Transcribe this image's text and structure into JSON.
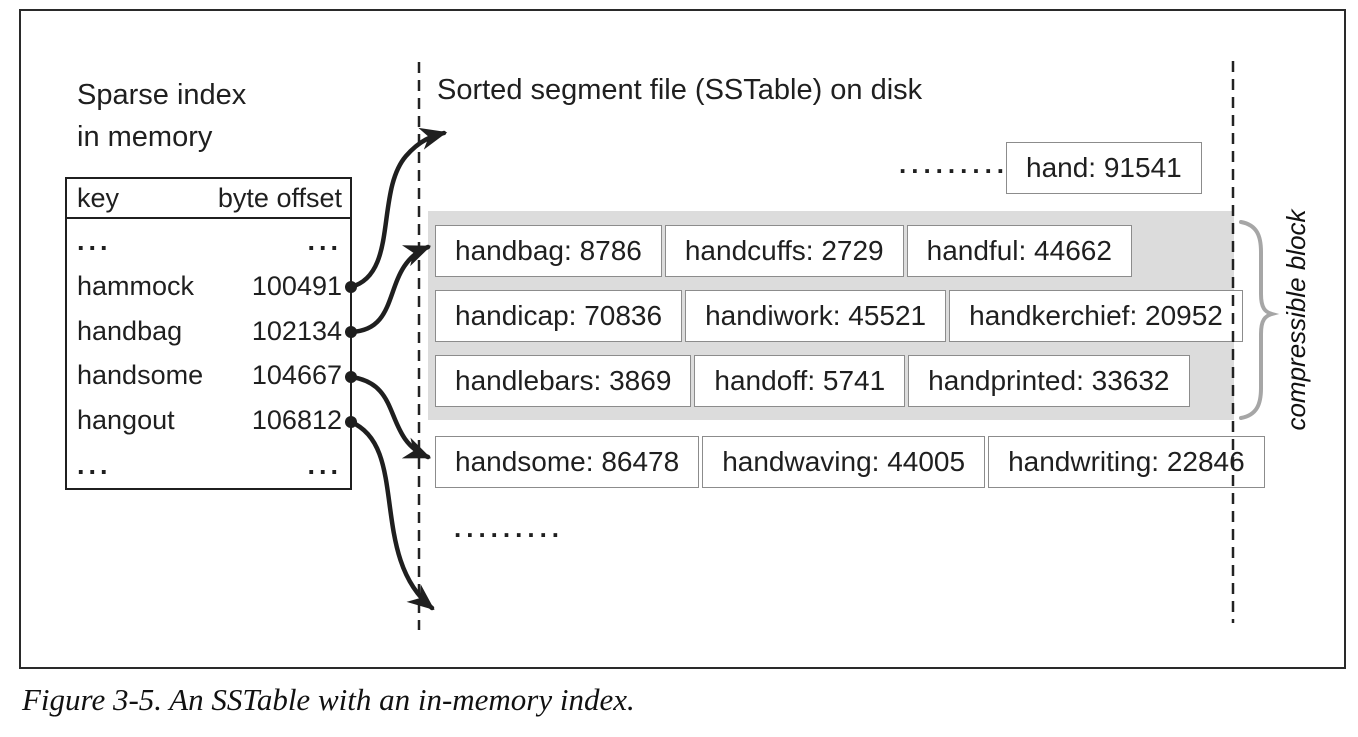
{
  "left_panel": {
    "title_line1": "Sparse index",
    "title_line2": "in memory",
    "table": {
      "col_key": "key",
      "col_offset": "byte offset",
      "rows": [
        {
          "key": "...",
          "offset": "..."
        },
        {
          "key": "hammock",
          "offset": "100491"
        },
        {
          "key": "handbag",
          "offset": "102134"
        },
        {
          "key": "handsome",
          "offset": "104667"
        },
        {
          "key": "hangout",
          "offset": "106812"
        },
        {
          "key": "...",
          "offset": "..."
        }
      ]
    }
  },
  "right_panel": {
    "title": "Sorted segment file (SSTable) on disk",
    "ellipsis_top": ".........",
    "standalone_entry": "hand: 91541",
    "compressible_rows": [
      [
        "handbag: 8786",
        "handcuffs: 2729",
        "handful: 44662"
      ],
      [
        "handicap: 70836",
        "handiwork: 45521",
        "handkerchief: 20952"
      ],
      [
        "handlebars: 3869",
        "handoff: 5741",
        "handprinted: 33632"
      ]
    ],
    "uncompressed_row": [
      "handsome: 86478",
      "handwaving: 44005",
      "handwriting: 22846"
    ],
    "ellipsis_bottom": ".........",
    "brace_label": "compressible block"
  },
  "caption": "Figure 3-5. An SSTable with an in-memory index.",
  "colors": {
    "text": "#1f1f1f",
    "block_fill": "#dcdcdc",
    "box_border": "#8c8c8c",
    "arrow": "#1f1f1f",
    "brace": "#a6a6a6"
  }
}
